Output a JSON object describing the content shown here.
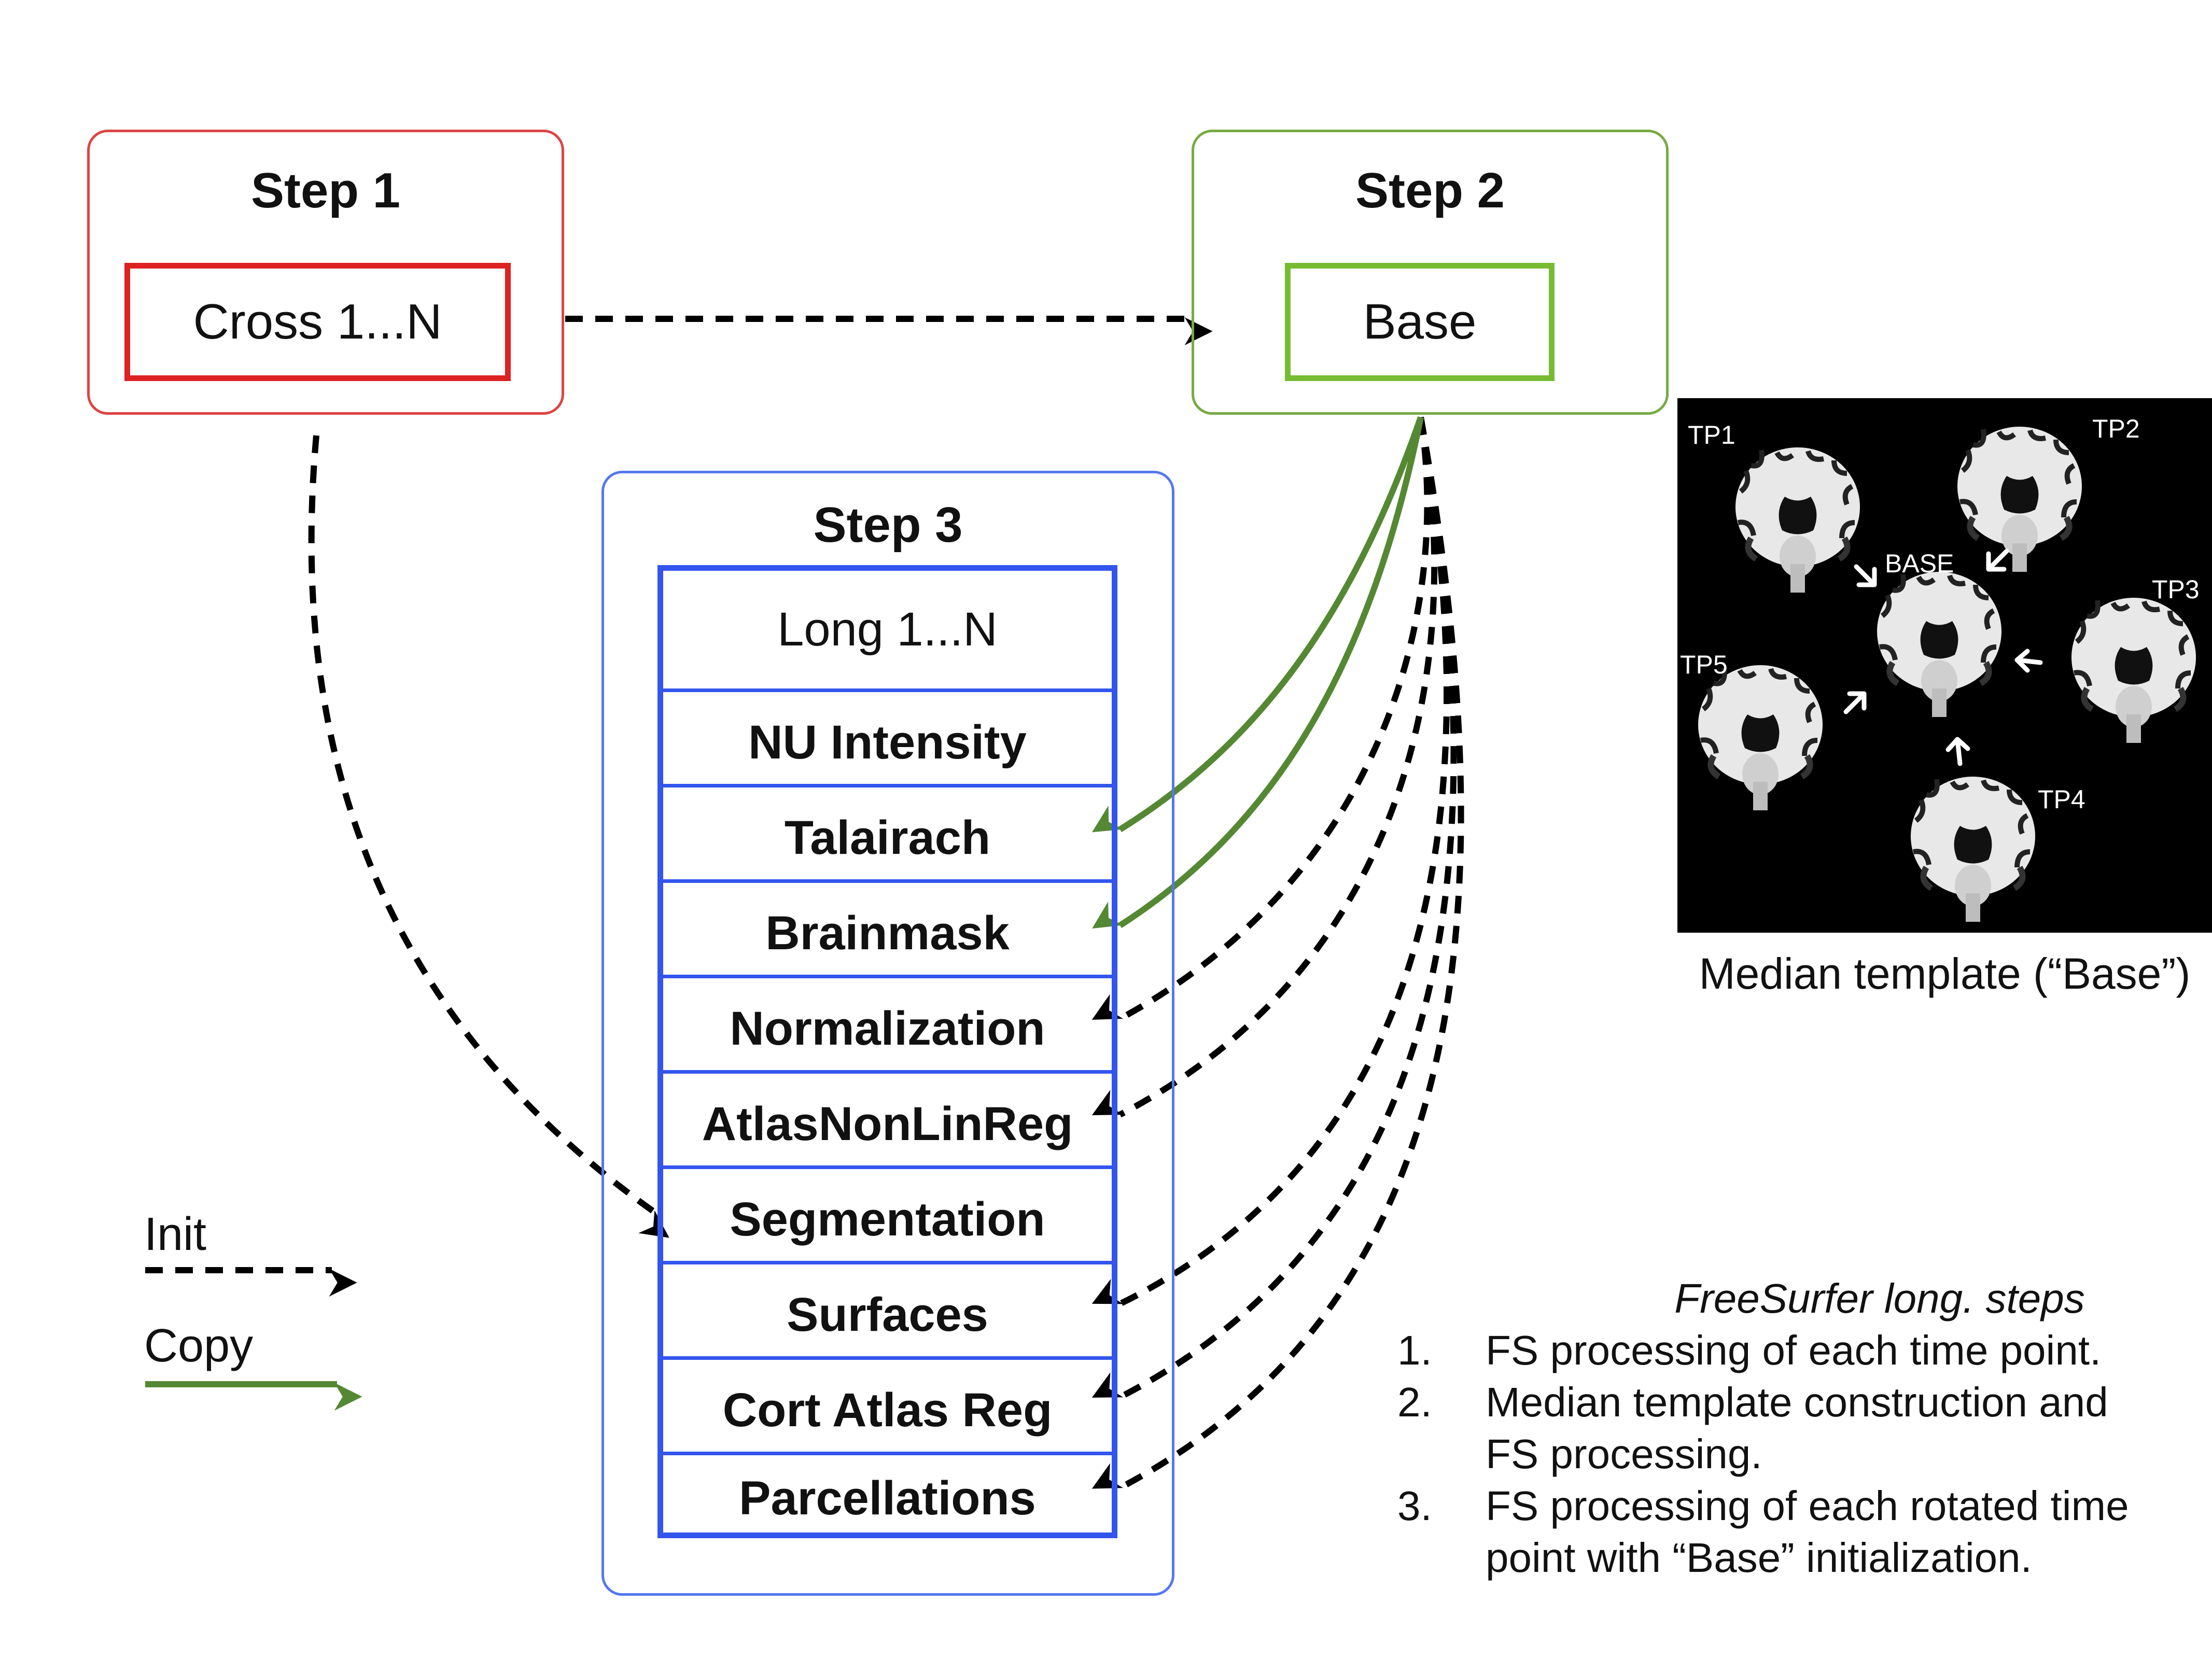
{
  "step1": {
    "title": "Step 1",
    "box": "Cross 1...N"
  },
  "step2": {
    "title": "Step 2",
    "box": "Base"
  },
  "step3": {
    "title": "Step 3",
    "rows": [
      "Long 1...N",
      "NU Intensity",
      "Talairach",
      "Brainmask",
      "Normalization",
      "AtlasNonLinReg",
      "Segmentation",
      "Surfaces",
      "Cort Atlas Reg",
      "Parcellations"
    ]
  },
  "legend": {
    "init": "Init",
    "copy": "Copy"
  },
  "template_panel": {
    "labels": {
      "tp1": "TP1",
      "tp2": "TP2",
      "tp3": "TP3",
      "tp4": "TP4",
      "tp5": "TP5",
      "base": "BASE"
    },
    "caption": "Median template (“Base”)"
  },
  "steps_text": {
    "heading": "FreeSurfer long. steps",
    "items": [
      {
        "num": "1.",
        "text": "FS processing of each time point."
      },
      {
        "num": "2.",
        "text": "Median template construction and FS processing."
      },
      {
        "num": "3.",
        "text": "FS processing of each rotated time point with “Base” initialization."
      }
    ]
  },
  "colors": {
    "step1": "#dd2222",
    "step2": "#66aa33",
    "step3": "#3355ee",
    "copy_arrow": "#558833",
    "init_arrow": "#000000"
  }
}
